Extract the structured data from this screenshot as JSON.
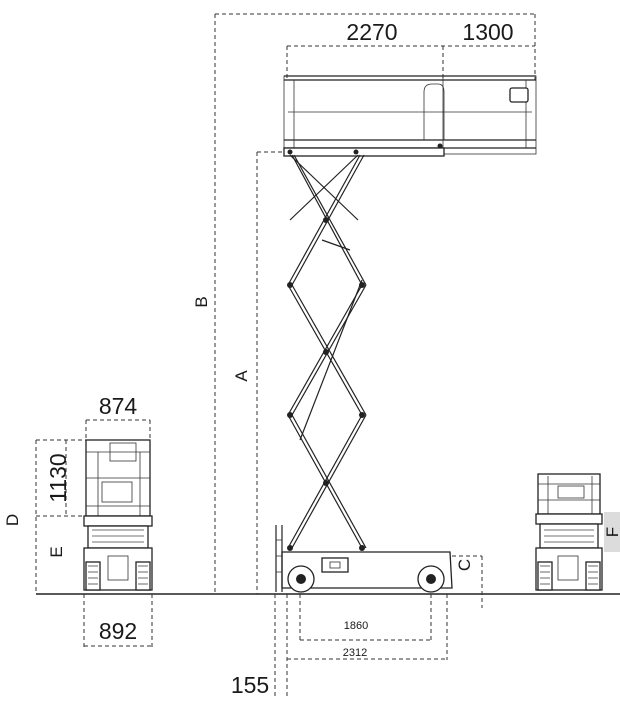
{
  "dimensions": {
    "platform_length": "2270",
    "extension_length": "1300",
    "rear_width": "874",
    "guardrail_height": "1130",
    "width_overall": "892",
    "wheelbase": "1860",
    "overall_length": "2312",
    "ground_clearance": "155"
  },
  "letters": {
    "working_height": "B",
    "platform_height": "A",
    "stowed_height": "D",
    "platform_floor_height": "E",
    "pothole_clearance": "C",
    "side_f": "F"
  }
}
